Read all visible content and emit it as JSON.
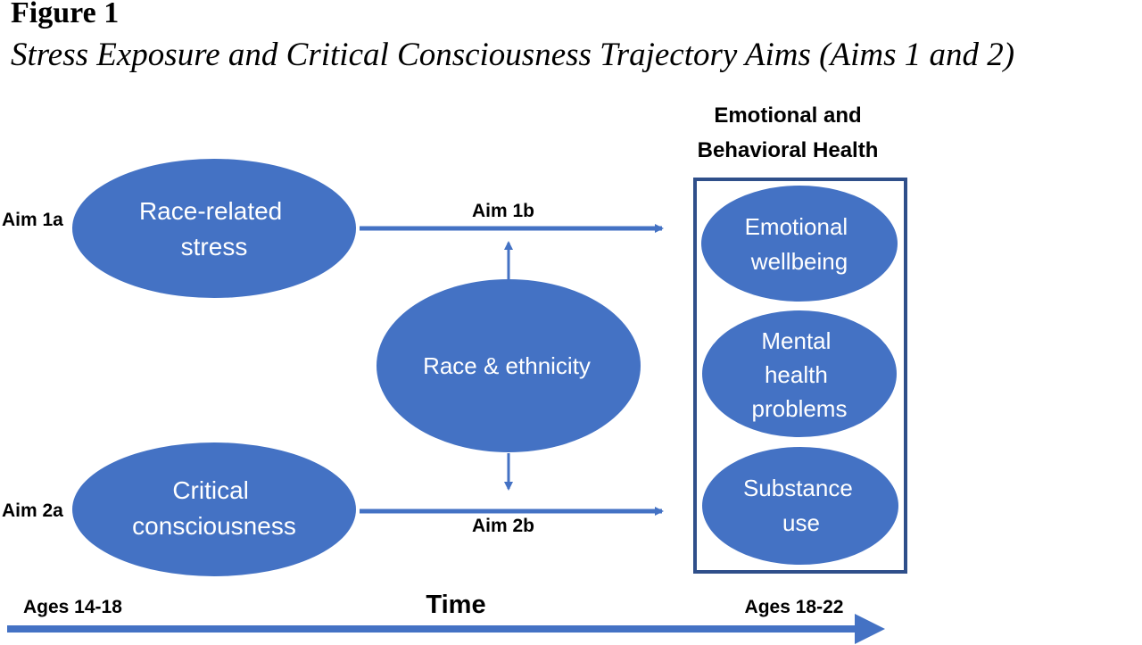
{
  "figure": {
    "label": "Figure 1",
    "title": "Stress Exposure and Critical Consciousness Trajectory Aims (Aims 1 and 2)"
  },
  "colors": {
    "node_fill": "#4472c4",
    "box_stroke": "#2f4f8a",
    "arrow": "#4472c4",
    "node_text": "#ffffff"
  },
  "nodes": {
    "race_stress": {
      "lines": [
        "Race-related",
        "stress"
      ]
    },
    "critical_consciousness": {
      "lines": [
        "Critical",
        "consciousness"
      ]
    },
    "race_ethnicity": {
      "lines": [
        "Race & ethnicity"
      ]
    },
    "emotional_wellbeing": {
      "lines": [
        "Emotional",
        "wellbeing"
      ]
    },
    "mental_health": {
      "lines": [
        "Mental",
        "health",
        "problems"
      ]
    },
    "substance_use": {
      "lines": [
        "Substance",
        "use"
      ]
    }
  },
  "labels": {
    "aim_1a": "Aim 1a",
    "aim_2a": "Aim 2a",
    "aim_1b": "Aim 1b",
    "aim_2b": "Aim 2b",
    "outcomes_heading_line1": "Emotional and",
    "outcomes_heading_line2": "Behavioral Health",
    "time": "Time",
    "ages_start": "Ages 14-18",
    "ages_end": "Ages 18-22"
  }
}
